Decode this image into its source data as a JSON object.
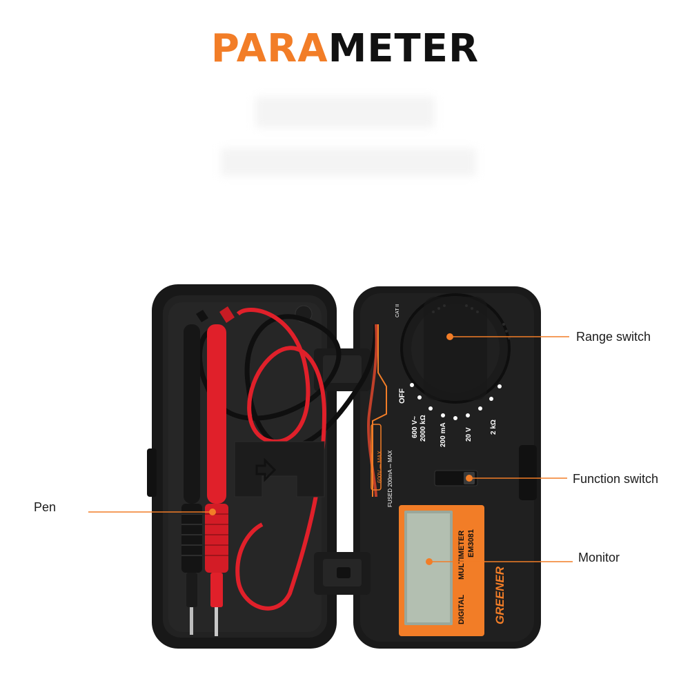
{
  "title": {
    "part1": "PARA",
    "part2": "METER"
  },
  "callouts": {
    "range_switch": "Range switch",
    "function_switch": "Function switch",
    "monitor": "Monitor",
    "pen": "Pen"
  },
  "device": {
    "brand": "GREENER",
    "model": "EM3081",
    "name_line1": "DIGITAL",
    "name_line2": "MULTIMETER",
    "dial_off": "OFF",
    "dial_ranges": [
      "600 V~",
      "2000 kΩ",
      "200 mA",
      "20 V",
      "2 kΩ"
    ],
    "port_label1": "600V ⎓ MAX",
    "port_label2": "FUSED 200mA ⎓ MAX",
    "cat_label": "CAT II"
  },
  "colors": {
    "accent": "#f27d27",
    "red_lead": "#e0202a",
    "case": "#1e1e1e"
  }
}
